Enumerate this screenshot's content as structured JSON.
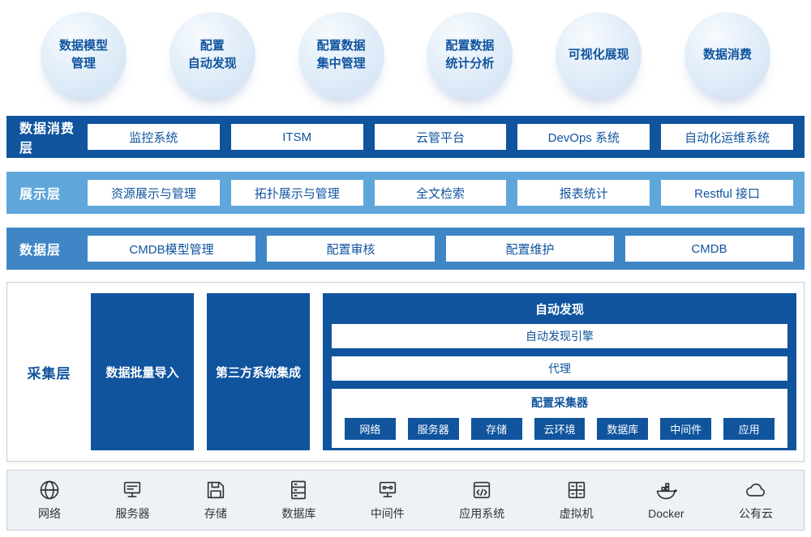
{
  "colors": {
    "dark_blue": "#10549E",
    "mid_blue": "#3E86C6",
    "light_blue": "#5FA6DB",
    "bubble_fill": "#D9E7F7",
    "infra_bg": "#EEF1F5"
  },
  "bubbles": [
    {
      "label": "数据模型\n管理"
    },
    {
      "label": "配置\n自动发现"
    },
    {
      "label": "配置数据\n集中管理"
    },
    {
      "label": "配置数据\n统计分析"
    },
    {
      "label": "可视化展现"
    },
    {
      "label": "数据消费"
    }
  ],
  "consumption_layer": {
    "label": "数据消费层",
    "items": [
      "监控系统",
      "ITSM",
      "云管平台",
      "DevOps 系统",
      "自动化运维系统"
    ]
  },
  "display_layer": {
    "label": "展示层",
    "items": [
      "资源展示与管理",
      "拓扑展示与管理",
      "全文检索",
      "报表统计",
      "Restful 接口"
    ]
  },
  "data_layer": {
    "label": "数据层",
    "items": [
      "CMDB模型管理",
      "配置审核",
      "配置维护",
      "CMDB"
    ]
  },
  "collection_layer": {
    "label": "采集层",
    "blocks": [
      "数据批量导入",
      "第三方系统集成"
    ],
    "auto_discovery": {
      "title": "自动发现",
      "rows": [
        "自动发现引擎",
        "代理"
      ],
      "collector": {
        "title": "配置采集器",
        "items": [
          "网络",
          "服务器",
          "存储",
          "云环境",
          "数据库",
          "中间件",
          "应用"
        ]
      }
    }
  },
  "infrastructure": {
    "items": [
      {
        "icon": "network-icon",
        "label": "网络"
      },
      {
        "icon": "server-icon",
        "label": "服务器"
      },
      {
        "icon": "storage-icon",
        "label": "存储"
      },
      {
        "icon": "database-icon",
        "label": "数据库"
      },
      {
        "icon": "middleware-icon",
        "label": "中间件"
      },
      {
        "icon": "app-system-icon",
        "label": "应用系统"
      },
      {
        "icon": "vm-icon",
        "label": "虚拟机"
      },
      {
        "icon": "docker-icon",
        "label": "Docker"
      },
      {
        "icon": "public-cloud-icon",
        "label": "公有云"
      }
    ]
  }
}
